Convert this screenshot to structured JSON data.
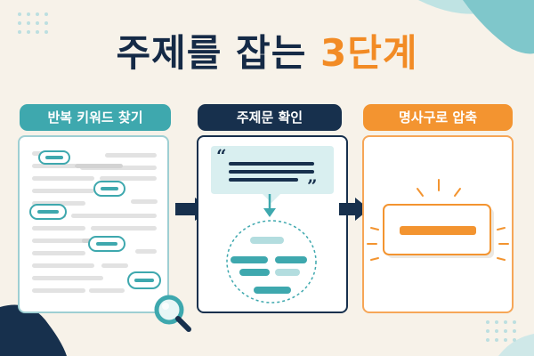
{
  "title": {
    "main": "주제를 잡는",
    "accent": "3단계"
  },
  "steps": [
    {
      "label": "반복 키워드 찾기",
      "icon": "magnifier-icon"
    },
    {
      "label": "주제문 확인",
      "icon": "speech-bubble-icon"
    },
    {
      "label": "명사구로 압축",
      "icon": "compressed-bar-icon"
    }
  ],
  "colors": {
    "navy": "#17304d",
    "teal": "#3ea8ae",
    "orange": "#f39430",
    "background": "#f7f2e9"
  }
}
